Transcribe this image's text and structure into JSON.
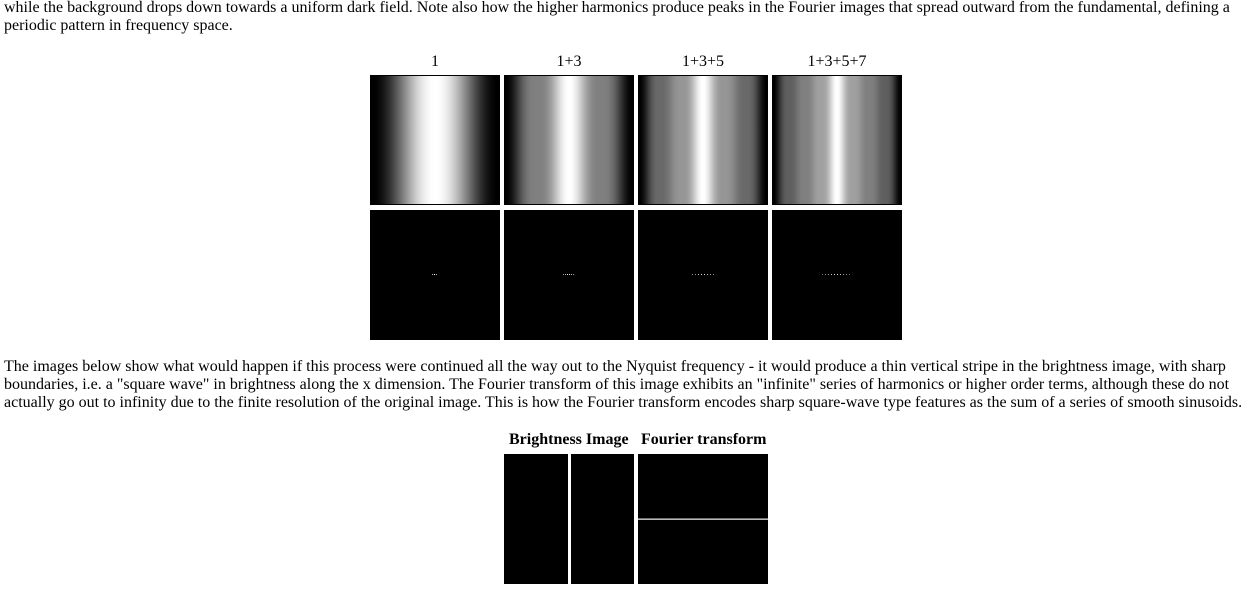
{
  "text": {
    "para_top": "while the background drops down towards a uniform dark field. Note also how the higher harmonics produce peaks in the Fourier images that spread outward from the fundamental, defining a periodic pattern in frequency space.",
    "para_mid": "The images below show what would happen if this process were continued all the way out to the Nyquist frequency - it would produce a thin vertical stripe in the brightness image, with sharp boundaries, i.e. a \"square wave\" in brightness along the x dimension. The Fourier transform of this image exhibits an \"infinite\" series of harmonics or higher order terms, although these do not actually go out to infinity due to the finite resolution of the original image. This is how the Fourier transform encodes sharp square-wave type features as the sum of a series of smooth sinusoids."
  },
  "harmonic_figure": {
    "columns": [
      {
        "label": "1",
        "harmonics": [
          1
        ]
      },
      {
        "label": "1+3",
        "harmonics": [
          1,
          3
        ]
      },
      {
        "label": "1+3+5",
        "harmonics": [
          1,
          3,
          5
        ]
      },
      {
        "label": "1+3+5+7",
        "harmonics": [
          1,
          3,
          5,
          7
        ]
      }
    ]
  },
  "square_wave_figure": {
    "brightness_header": "Brightness Image",
    "fourier_header": "Fourier transform"
  }
}
